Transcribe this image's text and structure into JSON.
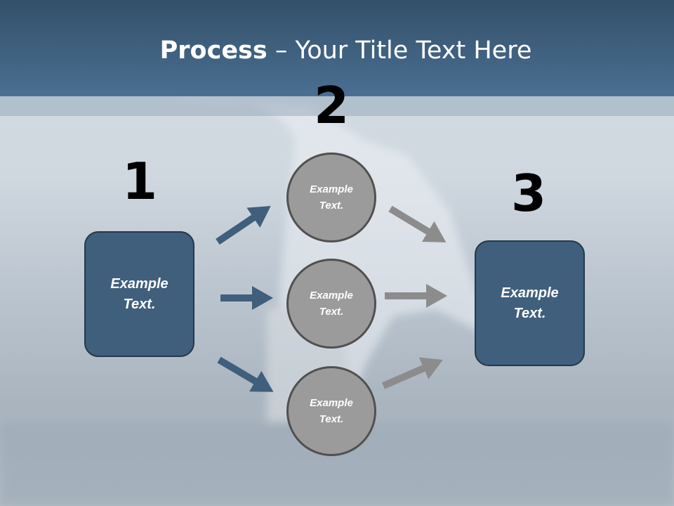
{
  "slide": {
    "title_bold": "Process",
    "title_rest": " – Your Title Text Here",
    "steps": [
      {
        "number": "1",
        "box_text": [
          "Example",
          "Text."
        ]
      },
      {
        "number": "2",
        "circles": [
          [
            "Example",
            "Text."
          ],
          [
            "Example",
            "Text."
          ],
          [
            "Example",
            "Text."
          ]
        ]
      },
      {
        "number": "3",
        "box_text": [
          "Example",
          "Text."
        ]
      }
    ]
  },
  "colors": {
    "header": "#4a6f92",
    "box": "#3f5f7c",
    "circle": "#9b9b9b",
    "arrow_blue": "#3f5f7c",
    "arrow_gray": "#8c8c8c"
  }
}
